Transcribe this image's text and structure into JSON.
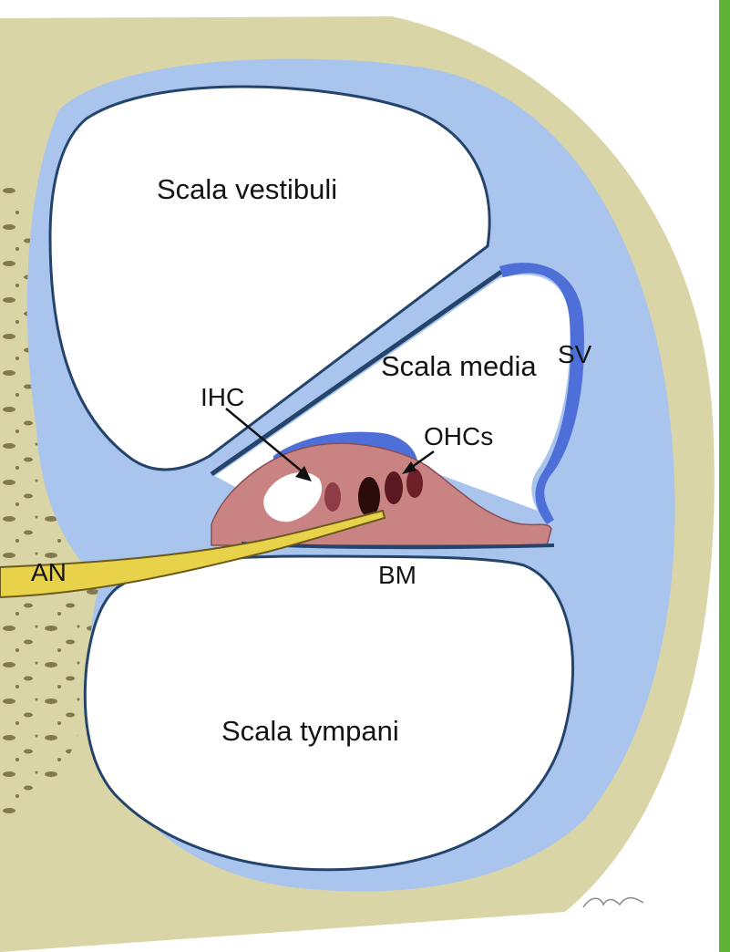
{
  "labels": {
    "scala_vestibuli": "Scala vestibuli",
    "scala_media": "Scala media",
    "scala_tympani": "Scala tympani",
    "ihc": "IHC",
    "ohcs": "OHCs",
    "sv": "SV",
    "an": "AN",
    "bm": "BM"
  },
  "colors": {
    "bone": "#d9d5a6",
    "perilymph_blue": "#a9c5ee",
    "stria_blue": "#4f6fd8",
    "organ_of_corti": "#c98383",
    "auditory_nerve": "#e8d24a",
    "side_bar": "#5fb335"
  }
}
